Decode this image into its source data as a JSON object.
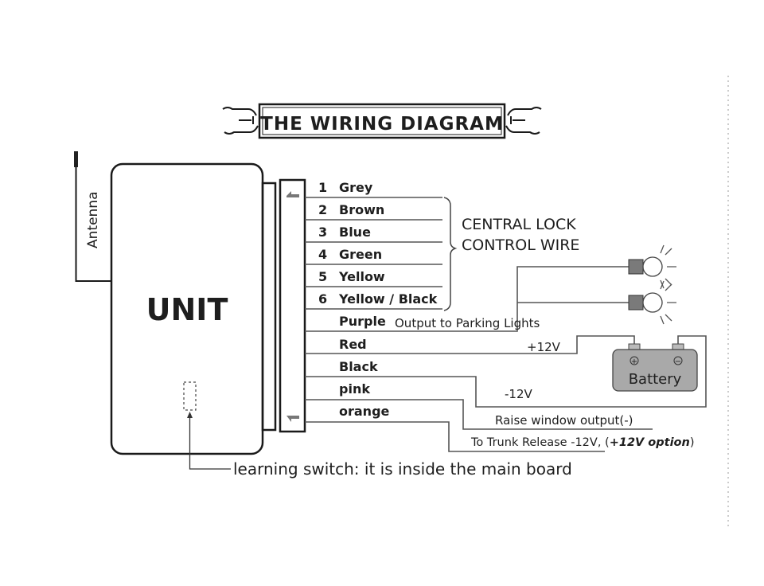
{
  "title": "THE WIRING DIAGRAM",
  "unit_label": "UNIT",
  "antenna_label": "Antenna",
  "wires": [
    {
      "num": "1",
      "color": "Grey"
    },
    {
      "num": "2",
      "color": "Brown"
    },
    {
      "num": "3",
      "color": "Blue"
    },
    {
      "num": "4",
      "color": "Green"
    },
    {
      "num": "5",
      "color": "Yellow"
    },
    {
      "num": "6",
      "color": "Yellow / Black"
    },
    {
      "num": "",
      "color": "Purple"
    },
    {
      "num": "",
      "color": "Red"
    },
    {
      "num": "",
      "color": "Black"
    },
    {
      "num": "",
      "color": "pink"
    },
    {
      "num": "",
      "color": "orange"
    }
  ],
  "central_lock": {
    "line1": "CENTRAL LOCK",
    "line2": "CONTROL WIRE"
  },
  "annotations": {
    "parking": "Output to Parking Lights",
    "plus12": "+12V",
    "minus12": "-12V",
    "raise_window": "Raise window output(-)",
    "trunk_prefix": "To Trunk Release -12V, (",
    "trunk_option": "+12V option",
    "trunk_suffix": ")",
    "learning": "learning switch: it is  inside the main board"
  },
  "battery": {
    "label": "Battery",
    "plus": "+",
    "minus": "−"
  },
  "colors": {
    "battery_fill": "#a9a9a9",
    "line": "#1a1a1a",
    "wire": "#555555"
  }
}
